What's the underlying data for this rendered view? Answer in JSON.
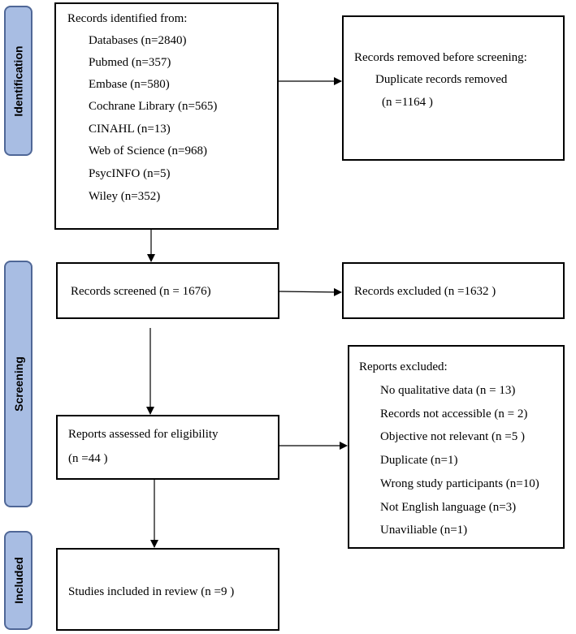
{
  "stages": {
    "identification": "Identification",
    "screening": "Screening",
    "included": "Included"
  },
  "identified": {
    "heading": "Records identified from:",
    "items": [
      "Databases (n=2840)",
      " Pubmed (n=357)",
      "Embase (n=580)",
      "Cochrane Library (n=565)",
      "CINAHL (n=13)",
      "Web of Science (n=968)",
      "PsycINFO (n=5)",
      "Wiley (n=352)"
    ]
  },
  "removed": {
    "heading": "Records removed before screening:",
    "line1": "Duplicate records removed",
    "line2": "(n =1164 )"
  },
  "screened": {
    "text": "Records screened (n = 1676)"
  },
  "excluded": {
    "text": "Records excluded (n =1632 )"
  },
  "assessed": {
    "line1": "Reports assessed for eligibility",
    "line2": "(n =44 )"
  },
  "reports_excluded": {
    "heading": "Reports excluded:",
    "items": [
      "No qualitative data (n = 13)",
      "Records not accessible (n = 2)",
      "Objective not relevant (n =5 )",
      "Duplicate (n=1)",
      "Wrong study participants (n=10)",
      "Not English language (n=3)",
      "Unaviliable (n=1)"
    ]
  },
  "included": {
    "text": "Studies included in review (n =9 )"
  },
  "colors": {
    "tab_fill": "#a8bde3",
    "tab_border": "#4f6797"
  }
}
